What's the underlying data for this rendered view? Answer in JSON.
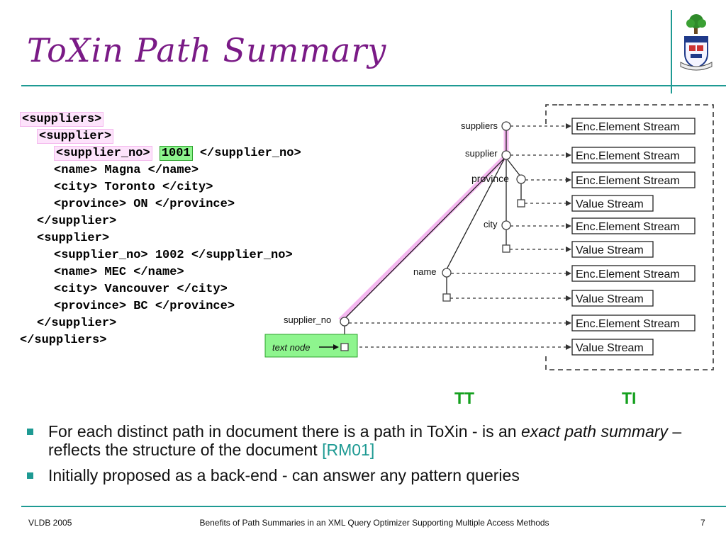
{
  "title": "ToXin Path Summary",
  "xml_lines": [
    {
      "parts": [
        {
          "text": "<suppliers>",
          "style": "pink"
        }
      ]
    },
    {
      "parts": [
        {
          "text": "<supplier>",
          "style": "pink"
        }
      ]
    },
    {
      "parts": [
        {
          "text": "<supplier_no>",
          "style": "pink"
        },
        {
          "text": " "
        },
        {
          "text": "1001",
          "style": "green"
        },
        {
          "text": " </supplier_no>"
        }
      ]
    },
    {
      "parts": [
        {
          "text": "<name> Magna </name>"
        }
      ]
    },
    {
      "parts": [
        {
          "text": "<city> Toronto </city>"
        }
      ]
    },
    {
      "parts": [
        {
          "text": "<province> ON </province>"
        }
      ]
    },
    {
      "parts": [
        {
          "text": "</supplier>"
        }
      ]
    },
    {
      "parts": [
        {
          "text": "<supplier>"
        }
      ]
    },
    {
      "parts": [
        {
          "text": "<supplier_no> 1002 </supplier_no>"
        }
      ]
    },
    {
      "parts": [
        {
          "text": "<name> MEC </name>"
        }
      ]
    },
    {
      "parts": [
        {
          "text": "<city> Vancouver </city>"
        }
      ]
    },
    {
      "parts": [
        {
          "text": "<province> BC </province>"
        }
      ]
    },
    {
      "parts": [
        {
          "text": "</supplier>"
        }
      ]
    },
    {
      "parts": [
        {
          "text": "</suppliers>"
        }
      ]
    }
  ],
  "tree": {
    "node_labels": [
      "suppliers",
      "supplier",
      "province",
      "city",
      "name",
      "supplier_no"
    ],
    "text_node_label": "text node",
    "streams": [
      "Enc.Element Stream",
      "Enc.Element Stream",
      "Enc.Element Stream",
      "Value Stream",
      "Enc.Element Stream",
      "Value Stream",
      "Enc.Element Stream",
      "Value Stream",
      "Enc.Element Stream",
      "Value Stream"
    ],
    "tt_label": "TT",
    "ti_label": "TI"
  },
  "bullets": [
    {
      "text1": "For each distinct path in document there is a path in ToXin - is an ",
      "em": "exact path summary",
      "text2": " – reflects the structure of the document ",
      "cite": "[RM01]"
    },
    {
      "text1": "Initially proposed as a back-end - can answer any pattern queries"
    }
  ],
  "footer": {
    "left": "VLDB 2005",
    "center": "Benefits of Path Summaries in an XML Query Optimizer Supporting Multiple Access Methods",
    "page": "7"
  },
  "colors": {
    "accent": "#1e9a93",
    "title": "#7a1a86",
    "highlight_pink": "#fde3fb",
    "highlight_green": "#8ef58e",
    "tt_ti": "#14a01e"
  }
}
